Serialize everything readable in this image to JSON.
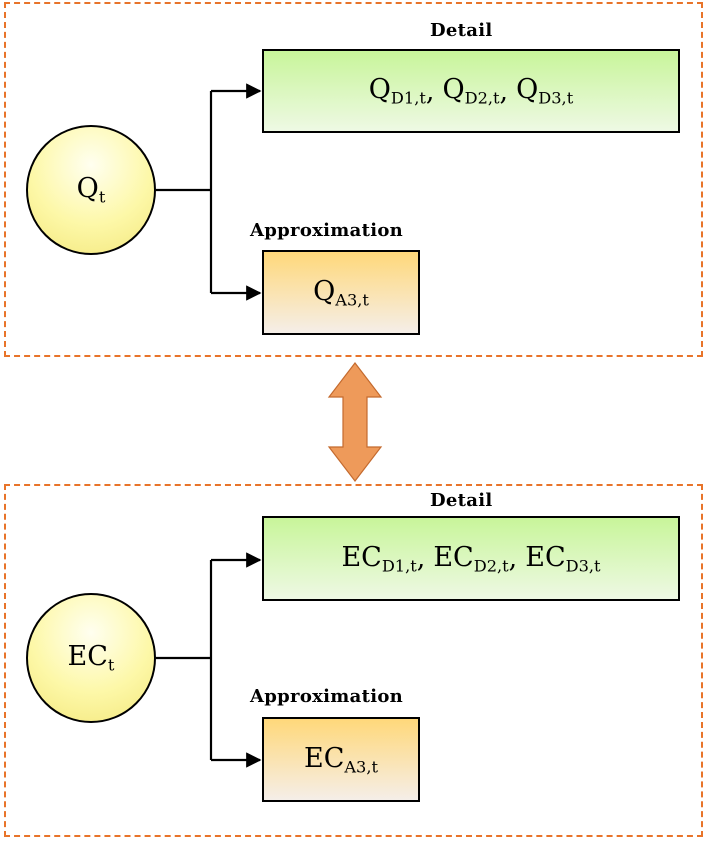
{
  "top": {
    "source": {
      "base": "Q",
      "sub": "t"
    },
    "detail_heading": "Detail",
    "detail_items": [
      {
        "base": "Q",
        "sub": "D1,t"
      },
      {
        "base": "Q",
        "sub": "D2,t"
      },
      {
        "base": "Q",
        "sub": "D3,t"
      }
    ],
    "approx_heading": "Approximation",
    "approx_item": {
      "base": "Q",
      "sub": "A3,t"
    }
  },
  "bottom": {
    "source": {
      "base": "EC",
      "sub": "t"
    },
    "detail_heading": "Detail",
    "detail_items": [
      {
        "base": "EC",
        "sub": "D1,t"
      },
      {
        "base": "EC",
        "sub": "D2,t"
      },
      {
        "base": "EC",
        "sub": "D3,t"
      }
    ],
    "approx_heading": "Approximation",
    "approx_item": {
      "base": "EC",
      "sub": "A3,t"
    }
  },
  "colors": {
    "panel_border": "#e8742a",
    "double_arrow": "#ee9a5a",
    "node_fill": "#fdf8a8",
    "detail_fill": "#c8f59a",
    "approx_fill": "#ffd87a"
  },
  "separator": ","
}
